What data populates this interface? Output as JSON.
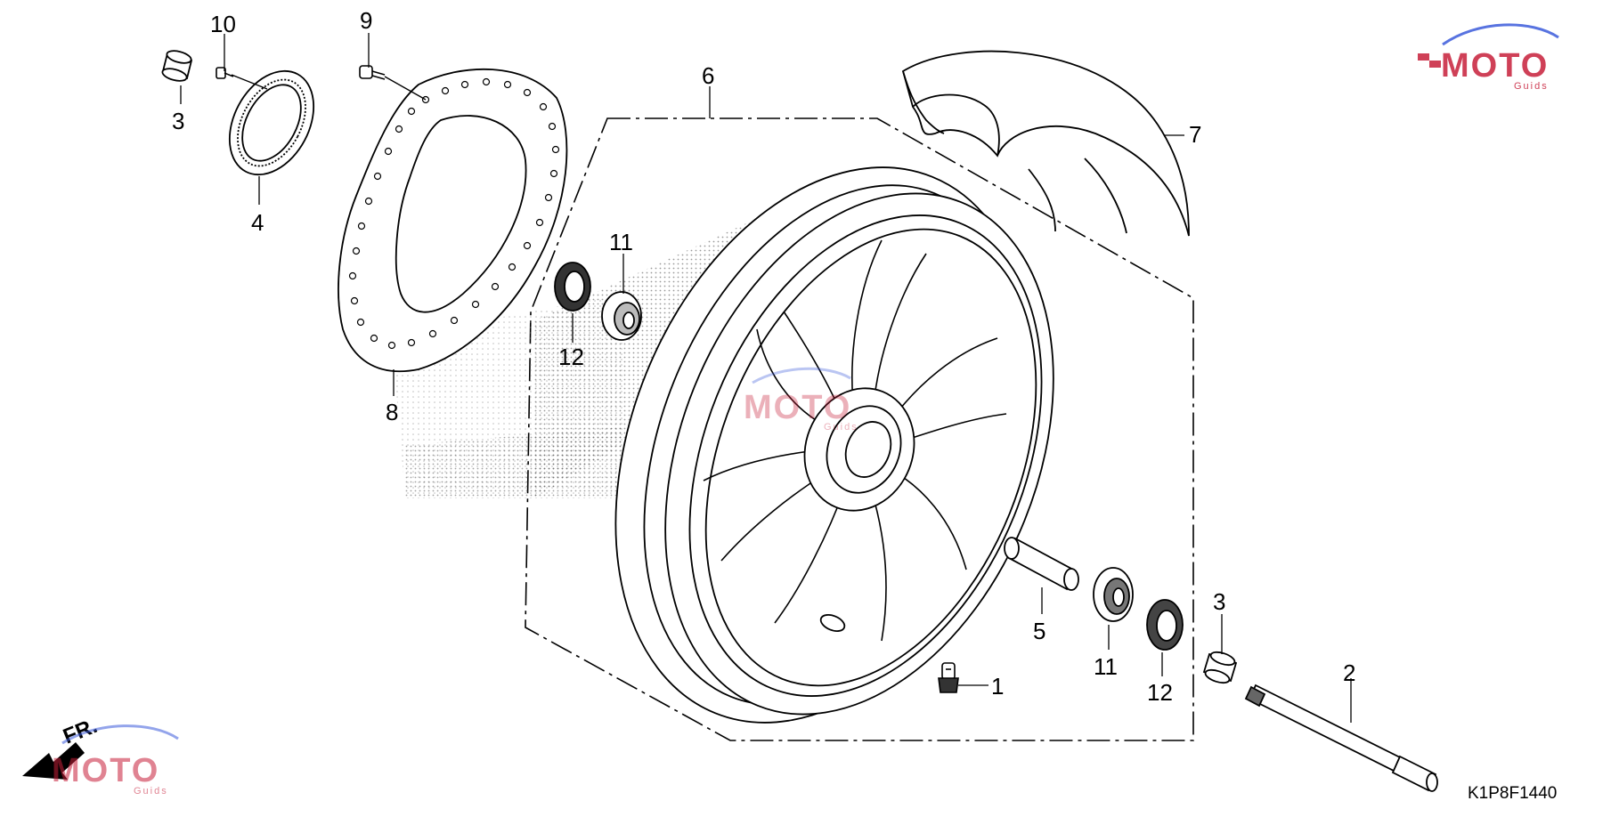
{
  "callouts": {
    "c1": "1",
    "c2": "2",
    "c3a": "3",
    "c3b": "3",
    "c4": "4",
    "c5": "5",
    "c6": "6",
    "c7": "7",
    "c8": "8",
    "c9": "9",
    "c10": "10",
    "c11a": "11",
    "c11b": "11",
    "c12a": "12",
    "c12b": "12"
  },
  "diagram_code": "K1P8F1440",
  "direction_label": "FR.",
  "watermark": {
    "brand": "MOTO",
    "sub": "Guids",
    "brand_color": "#c71f3a",
    "accent_color": "#3b5bdb"
  }
}
